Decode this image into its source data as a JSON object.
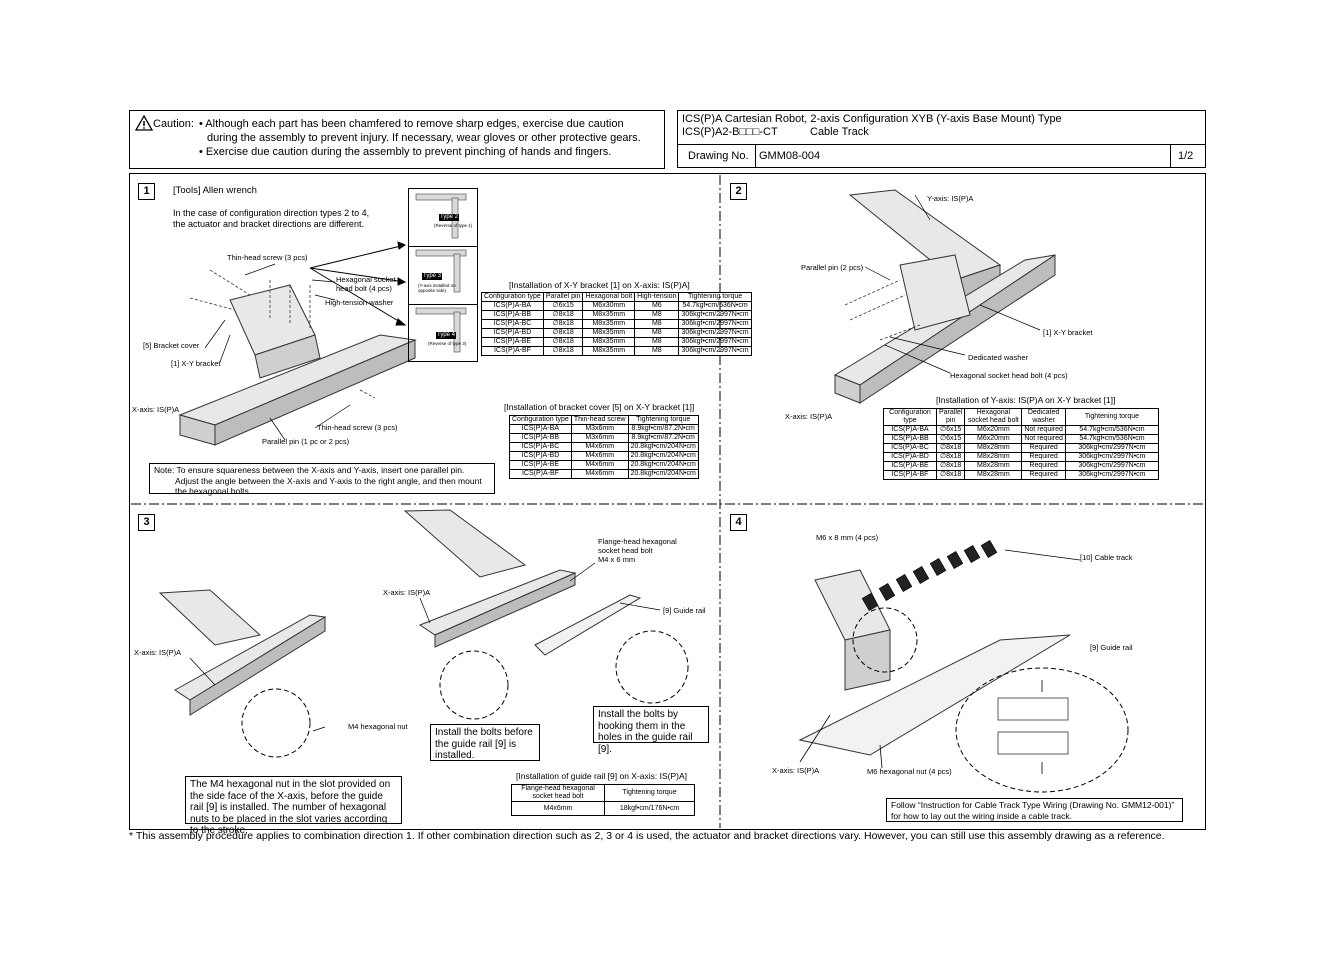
{
  "caution": {
    "label": "Caution:",
    "bullet1a": "• Although each part has been chamfered to remove sharp edges, exercise due caution",
    "bullet1b": "during the assembly to prevent injury. If necessary, wear gloves or other protective gears.",
    "bullet2": "• Exercise due caution during the assembly to prevent pinching of hands and fingers."
  },
  "titleblock": {
    "title": "ICS(P)A Cartesian Robot, 2-axis Configuration XYB (Y-axis Base Mount) Type",
    "model": "ICS(P)A2-B□□□-CT",
    "model_desc": "Cable Track",
    "drawing_label": "Drawing No.",
    "drawing_no": "GMM08-004",
    "page": "1/2"
  },
  "step1": {
    "num": "1",
    "tools": "[Tools] Allen wrench",
    "intro1": "In the case of configuration direction types 2 to 4,",
    "intro2": "the actuator and bracket directions are different.",
    "thin_screw_top": "Thin-head screw (3 pcs)",
    "hex_bolt1": "Hexagonal socket",
    "hex_bolt2": "head bolt (4 pcs)",
    "washer": "High-tension washer",
    "bracket_cover": "[5] Bracket cover",
    "xy_bracket": "[1] X-Y bracket",
    "xaxis": "X-axis: IS(P)A",
    "thin_screw_bottom": "Thin-head screw (3 pcs)",
    "parallel_pin": "Parallel pin (1 pc or 2 pcs)",
    "type2": "Type 2",
    "type2_sub": "(Reverse of type 1)",
    "type3": "Type 3",
    "type3_sub": "(Y-axis installed on opposite side)",
    "type4": "Type 4",
    "type4_sub": "(Reverse of type 3)",
    "table1_title": "[Installation of X-Y bracket [1] on X-axis: IS(P)A]",
    "table1_head": [
      "Configuration type",
      "Parallel pin",
      "Hexagonal bolt",
      "High-tension",
      "Tightening torque"
    ],
    "table1_rows": [
      [
        "ICS(P)A-BA",
        "∅6x15",
        "M6x30mm",
        "M6",
        "54.7kgf•cm/536N•cm"
      ],
      [
        "ICS(P)A-BB",
        "∅8x18",
        "M8x35mm",
        "M8",
        "306kgf•cm/2997N•cm"
      ],
      [
        "ICS(P)A-BC",
        "∅8x18",
        "M8x35mm",
        "M8",
        "306kgf•cm/2997N•cm"
      ],
      [
        "ICS(P)A-BD",
        "∅8x18",
        "M8x35mm",
        "M8",
        "306kgf•cm/2997N•cm"
      ],
      [
        "ICS(P)A-BE",
        "∅8x18",
        "M8x35mm",
        "M8",
        "306kgf•cm/2997N•cm"
      ],
      [
        "ICS(P)A-BF",
        "∅8x18",
        "M8x35mm",
        "M8",
        "306kgf•cm/2997N•cm"
      ]
    ],
    "table2_title": "[Installation of bracket cover [5] on X-Y bracket [1]]",
    "table2_head": [
      "Configuration type",
      "Thin-head screw",
      "Tightening torque"
    ],
    "table2_rows": [
      [
        "ICS(P)A-BA",
        "M3x6mm",
        "8.9kgf•cm/87.2N•cm"
      ],
      [
        "ICS(P)A-BB",
        "M3x6mm",
        "8.9kgf•cm/87.2N•cm"
      ],
      [
        "ICS(P)A-BC",
        "M4x6mm",
        "20.8kgf•cm/204N•cm"
      ],
      [
        "ICS(P)A-BD",
        "M4x6mm",
        "20.8kgf•cm/204N•cm"
      ],
      [
        "ICS(P)A-BE",
        "M4x6mm",
        "20.8kgf•cm/204N•cm"
      ],
      [
        "ICS(P)A-BF",
        "M4x6mm",
        "20.8kgf•cm/204N•cm"
      ]
    ],
    "note1": "Note: To ensure squareness between the X-axis and Y-axis, insert one parallel pin.",
    "note2": "Adjust the angle between the X-axis and Y-axis to the right angle, and then mount",
    "note3": "the hexagonal bolts."
  },
  "step2": {
    "num": "2",
    "yaxis": "Y-axis: IS(P)A",
    "parallel_pin": "Parallel pin (2 pcs)",
    "xy_bracket": "[1] X-Y bracket",
    "washer": "Dedicated washer",
    "hex_bolt": "Hexagonal socket head bolt (4 pcs)",
    "xaxis": "X-axis: IS(P)A",
    "table_title": "[Installation of Y-axis: IS(P)A on X-Y bracket [1]]",
    "table_head": [
      "Configuration type",
      "Parallel pin",
      "Hexagonal socket head bolt",
      "Dedicated washer",
      "Tightening torque"
    ],
    "table_rows": [
      [
        "ICS(P)A-BA",
        "∅6x15",
        "M6x20mm",
        "Not required",
        "54.7kgf•cm/536N•cm"
      ],
      [
        "ICS(P)A-BB",
        "∅6x15",
        "M6x20mm",
        "Not required",
        "54.7kgf•cm/536N•cm"
      ],
      [
        "ICS(P)A-BC",
        "∅8x18",
        "M8x28mm",
        "Required",
        "306kgf•cm/2997N•cm"
      ],
      [
        "ICS(P)A-BD",
        "∅8x18",
        "M8x28mm",
        "Required",
        "306kgf•cm/2997N•cm"
      ],
      [
        "ICS(P)A-BE",
        "∅8x18",
        "M8x28mm",
        "Required",
        "306kgf•cm/2997N•cm"
      ],
      [
        "ICS(P)A-BF",
        "∅8x18",
        "M8x28mm",
        "Required",
        "306kgf•cm/2997N•cm"
      ]
    ]
  },
  "step3": {
    "num": "3",
    "flange1": "Flange-head hexagonal",
    "flange2": "socket head bolt",
    "flange3": "M4 x 6 mm",
    "xaxis_a": "X-axis: IS(P)A",
    "xaxis_b": "X-axis: IS(P)A",
    "guide_rail": "[9] Guide rail",
    "m4_nut": "M4 hexagonal nut",
    "install_before": "Install the bolts before the guide rail [9] is installed.",
    "install_hook": "Install the bolts by hooking them in the holes in the guide rail [9].",
    "m4_note": "The M4 hexagonal nut in the slot provided on the side face of the X-axis, before the guide rail [9] is installed. The number of hexagonal nuts to be placed in the slot varies according to the stroke.",
    "table_title": "[Installation of guide rail [9] on X-axis: IS(P)A]",
    "table_head": [
      "Flange-head hexagonal socket head bolt",
      "Tightening torque"
    ],
    "table_rows": [
      [
        "M4x6mm",
        "18kgf•cm/176N•cm"
      ]
    ]
  },
  "step4": {
    "num": "4",
    "m6_bolt": "M6 x 8 mm (4 pcs)",
    "cable_track": "[10] Cable track",
    "guide_rail": "[9] Guide rail",
    "xaxis": "X-axis: IS(P)A",
    "m6_nut": "M6 hexagonal nut (4 pcs)",
    "follow1": "Follow “Instruction for Cable Track Type Wiring (Drawing No. GMM12-001)”",
    "follow2": "for how to lay out the wiring inside a cable track."
  },
  "footnote": "*    This assembly procedure applies to combination direction 1. If other combination direction such as 2, 3 or 4 is used, the actuator and bracket directions vary. However, you can still use this assembly drawing as a reference."
}
